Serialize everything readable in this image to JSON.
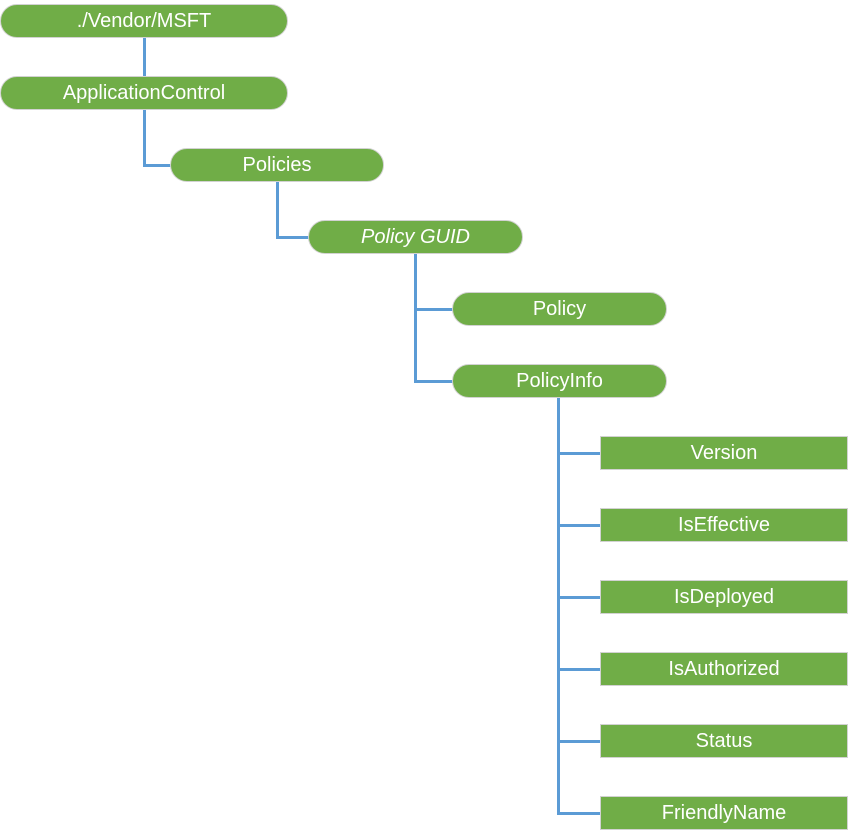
{
  "diagram": {
    "colors": {
      "node_fill": "#70AD47",
      "node_border": "#D2D2D2",
      "connector": "#5B9BD5",
      "node_text": "#FFFFFF",
      "background": "#FFFFFF"
    },
    "nodes": [
      {
        "label": "./Vendor/MSFT",
        "shape": "pill",
        "italic": false,
        "level": 0
      },
      {
        "label": "ApplicationControl",
        "shape": "pill",
        "italic": false,
        "level": 1
      },
      {
        "label": "Policies",
        "shape": "pill",
        "italic": false,
        "level": 2
      },
      {
        "label": "Policy GUID",
        "shape": "pill",
        "italic": true,
        "level": 3
      },
      {
        "label": "Policy",
        "shape": "pill",
        "italic": false,
        "level": 4
      },
      {
        "label": "PolicyInfo",
        "shape": "pill",
        "italic": false,
        "level": 4
      },
      {
        "label": "Version",
        "shape": "rect",
        "italic": false,
        "level": 5
      },
      {
        "label": "IsEffective",
        "shape": "rect",
        "italic": false,
        "level": 5
      },
      {
        "label": "IsDeployed",
        "shape": "rect",
        "italic": false,
        "level": 5
      },
      {
        "label": "IsAuthorized",
        "shape": "rect",
        "italic": false,
        "level": 5
      },
      {
        "label": "Status",
        "shape": "rect",
        "italic": false,
        "level": 5
      },
      {
        "label": "FriendlyName",
        "shape": "rect",
        "italic": false,
        "level": 5
      }
    ],
    "edges": [
      {
        "from": "./Vendor/MSFT",
        "to": "ApplicationControl"
      },
      {
        "from": "ApplicationControl",
        "to": "Policies"
      },
      {
        "from": "Policies",
        "to": "Policy GUID"
      },
      {
        "from": "Policy GUID",
        "to": "Policy"
      },
      {
        "from": "Policy GUID",
        "to": "PolicyInfo"
      },
      {
        "from": "PolicyInfo",
        "to": "Version"
      },
      {
        "from": "PolicyInfo",
        "to": "IsEffective"
      },
      {
        "from": "PolicyInfo",
        "to": "IsDeployed"
      },
      {
        "from": "PolicyInfo",
        "to": "IsAuthorized"
      },
      {
        "from": "PolicyInfo",
        "to": "Status"
      },
      {
        "from": "PolicyInfo",
        "to": "FriendlyName"
      }
    ]
  }
}
